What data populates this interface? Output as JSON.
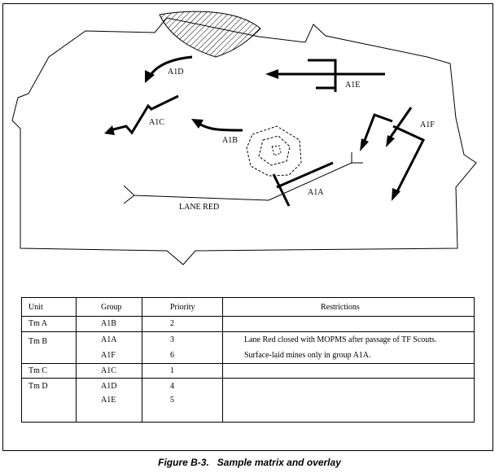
{
  "overlay": {
    "labels": {
      "a1d": "A1D",
      "a1e": "A1E",
      "a1c": "A1C",
      "a1f": "A1F",
      "a1b": "A1B",
      "a1a": "A1A",
      "lane": "LANE RED"
    }
  },
  "matrix": {
    "headers": [
      "Unit",
      "Group",
      "Priority",
      "Restrictions"
    ],
    "rows": [
      {
        "unit": "Tm A",
        "group": "A1B",
        "priority": "2",
        "restriction": ""
      },
      {
        "unit": "Tm B",
        "group": "A1A",
        "priority": "3",
        "restriction": "Lane Red closed with MOPMS after passage of TF Scouts."
      },
      {
        "unit": "",
        "group": "A1F",
        "priority": "6",
        "restriction": "Surface-laid mines only in group A1A."
      },
      {
        "unit": "Tm C",
        "group": "A1C",
        "priority": "1",
        "restriction": ""
      },
      {
        "unit": "Tm D",
        "group": "A1D",
        "priority": "4",
        "restriction": ""
      },
      {
        "unit": "",
        "group": "A1E",
        "priority": "5",
        "restriction": ""
      }
    ]
  },
  "caption": "Figure B-3.   Sample matrix and overlay"
}
